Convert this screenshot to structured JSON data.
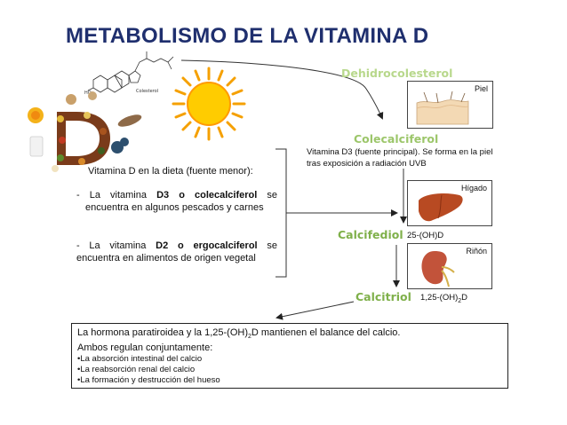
{
  "title": "METABOLISMO DE LA VITAMINA D",
  "labels": {
    "dehidrocolesterol": "Dehidrocolesterol",
    "colecalciferol": "Colecalciferol",
    "calcifediol": "Calcifediol",
    "calcitriol": "Calcitriol"
  },
  "formulas": {
    "calcifediol": "25-(OH)D",
    "calcitriol_prefix": "1,25-(OH)",
    "calcitriol_sub": "2",
    "calcitriol_suffix": "D"
  },
  "organs": {
    "skin": "Piel",
    "liver": "Hígado",
    "kidney": "Riñón"
  },
  "d3_description": "Vitamina D3 (fuente principal). Se forma en la piel tras exposición a radiación UVB",
  "molecule_label": "Colesterol",
  "diet": {
    "heading": "Vitamina D en la dieta (fuente menor):",
    "d3_pre": "- La vitamina ",
    "d3_bold": "D3 o colecalciferol",
    "d3_post": " se encuentra en algunos pescados y carnes",
    "d2_pre": "- La vitamina ",
    "d2_bold": "D2 o ergocalciferol",
    "d2_post": " se encuentra en alimentos de origen vegetal"
  },
  "bottom": {
    "line1_pre": "La hormona paratiroidea y la 1,25-(OH)",
    "line1_sub": "2",
    "line1_post": "D mantienen el balance del calcio.",
    "line2": "Ambos regulan conjuntamente:",
    "items": [
      "•La absorción intestinal del calcio",
      "•La reabsorción renal del calcio",
      "•La formación y destrucción del hueso"
    ]
  }
}
